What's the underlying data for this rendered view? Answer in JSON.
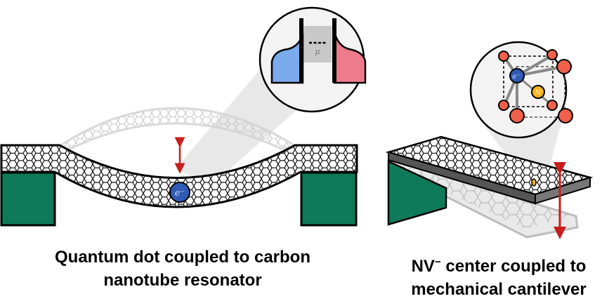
{
  "left_panel": {
    "caption_line1": "Quantum dot coupled to carbon",
    "caption_line2": "nanotube resonator",
    "electron_label": "e⁻",
    "inset_label": "μ",
    "colors": {
      "support": "#0e7a5a",
      "lead_left": "#7aa9ec",
      "lead_right": "#ee7b8c",
      "electron": "#2f5bb5",
      "arrow": "#c81e1e"
    }
  },
  "right_panel": {
    "caption_species": "NV",
    "caption_superscript": "−",
    "caption_line1_rest": " center coupled to",
    "caption_line2": "mechanical cantilever",
    "electron_label": "e⁻",
    "nitrogen_label": "N",
    "colors": {
      "support": "#0e7a5a",
      "atom": "#f0604a",
      "nitrogen": "#f7b21a",
      "electron": "#2f5bb5",
      "arrow": "#c81e1e"
    }
  }
}
